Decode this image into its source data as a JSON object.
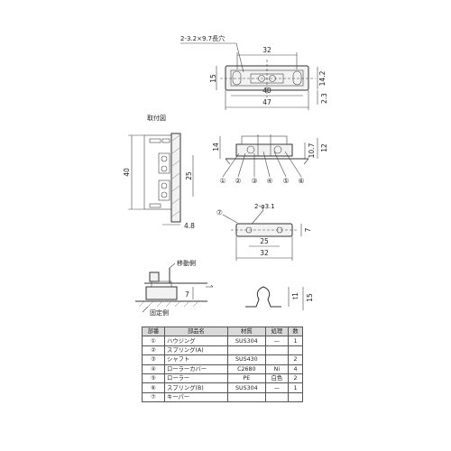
{
  "labels": {
    "slot_note": "2-3.2×9.7長穴",
    "mounting_view": "取付図",
    "moving_side": "移動側",
    "fixed_side": "固定側",
    "hole_note": "2-φ3.1"
  },
  "dimensions": {
    "top_width": "32",
    "top_left_height": "15",
    "top_right_height": "14.2",
    "top_inner": "40",
    "top_overall": "47",
    "top_offset": "2.3",
    "side_height": "14",
    "side_r1": "10.7",
    "side_r2": "12",
    "mount_height": "40",
    "mount_inner": "25",
    "mount_offset": "4.8",
    "plate_pitch": "25",
    "plate_width": "32",
    "plate_height": "7",
    "gap": "7",
    "spring_t": "t1",
    "spring_h": "15"
  },
  "callouts": [
    "①",
    "②",
    "③",
    "④",
    "⑤",
    "⑥"
  ],
  "plate_callout": "⑦",
  "table": {
    "headers": [
      "部番",
      "部品名",
      "材質",
      "処理",
      "数"
    ],
    "rows": [
      {
        "no": "①",
        "name": "ハウジング",
        "material": "SUS304",
        "finish": "—",
        "qty": "1"
      },
      {
        "no": "②",
        "name": "スプリング(A)",
        "material": "",
        "finish": "",
        "qty": ""
      },
      {
        "no": "③",
        "name": "シャフト",
        "material": "SUS430",
        "finish": "",
        "qty": "2"
      },
      {
        "no": "④",
        "name": "ローラーカバー",
        "material": "C2680",
        "finish": "Ni",
        "qty": "4"
      },
      {
        "no": "⑤",
        "name": "ローラー",
        "material": "PE",
        "finish": "白色",
        "qty": "2"
      },
      {
        "no": "⑥",
        "name": "スプリング(B)",
        "material": "SUS304",
        "finish": "—",
        "qty": "1"
      },
      {
        "no": "⑦",
        "name": "キーパー",
        "material": "",
        "finish": "",
        "qty": ""
      }
    ]
  }
}
